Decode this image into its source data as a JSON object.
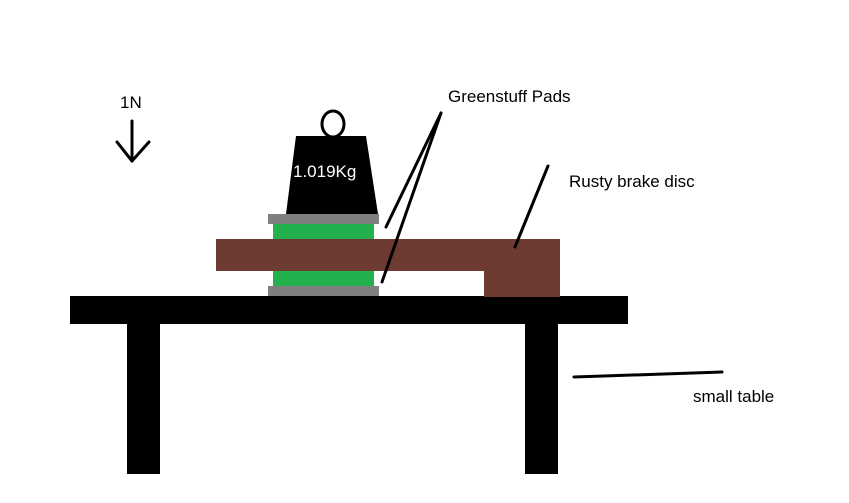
{
  "labels": {
    "force": "1N",
    "weight": "1.019Kg",
    "pads": "Greenstuff Pads",
    "disc": "Rusty brake disc",
    "table": "small table"
  },
  "icons": {
    "force_arrow": "down-arrow-icon"
  },
  "colors": {
    "background": "#ffffff",
    "table": "#000000",
    "weight": "#000000",
    "pad": "#22b14c",
    "backing_plate": "#7f7f7f",
    "disc": "#6e3b32",
    "leader_line": "#000000"
  }
}
